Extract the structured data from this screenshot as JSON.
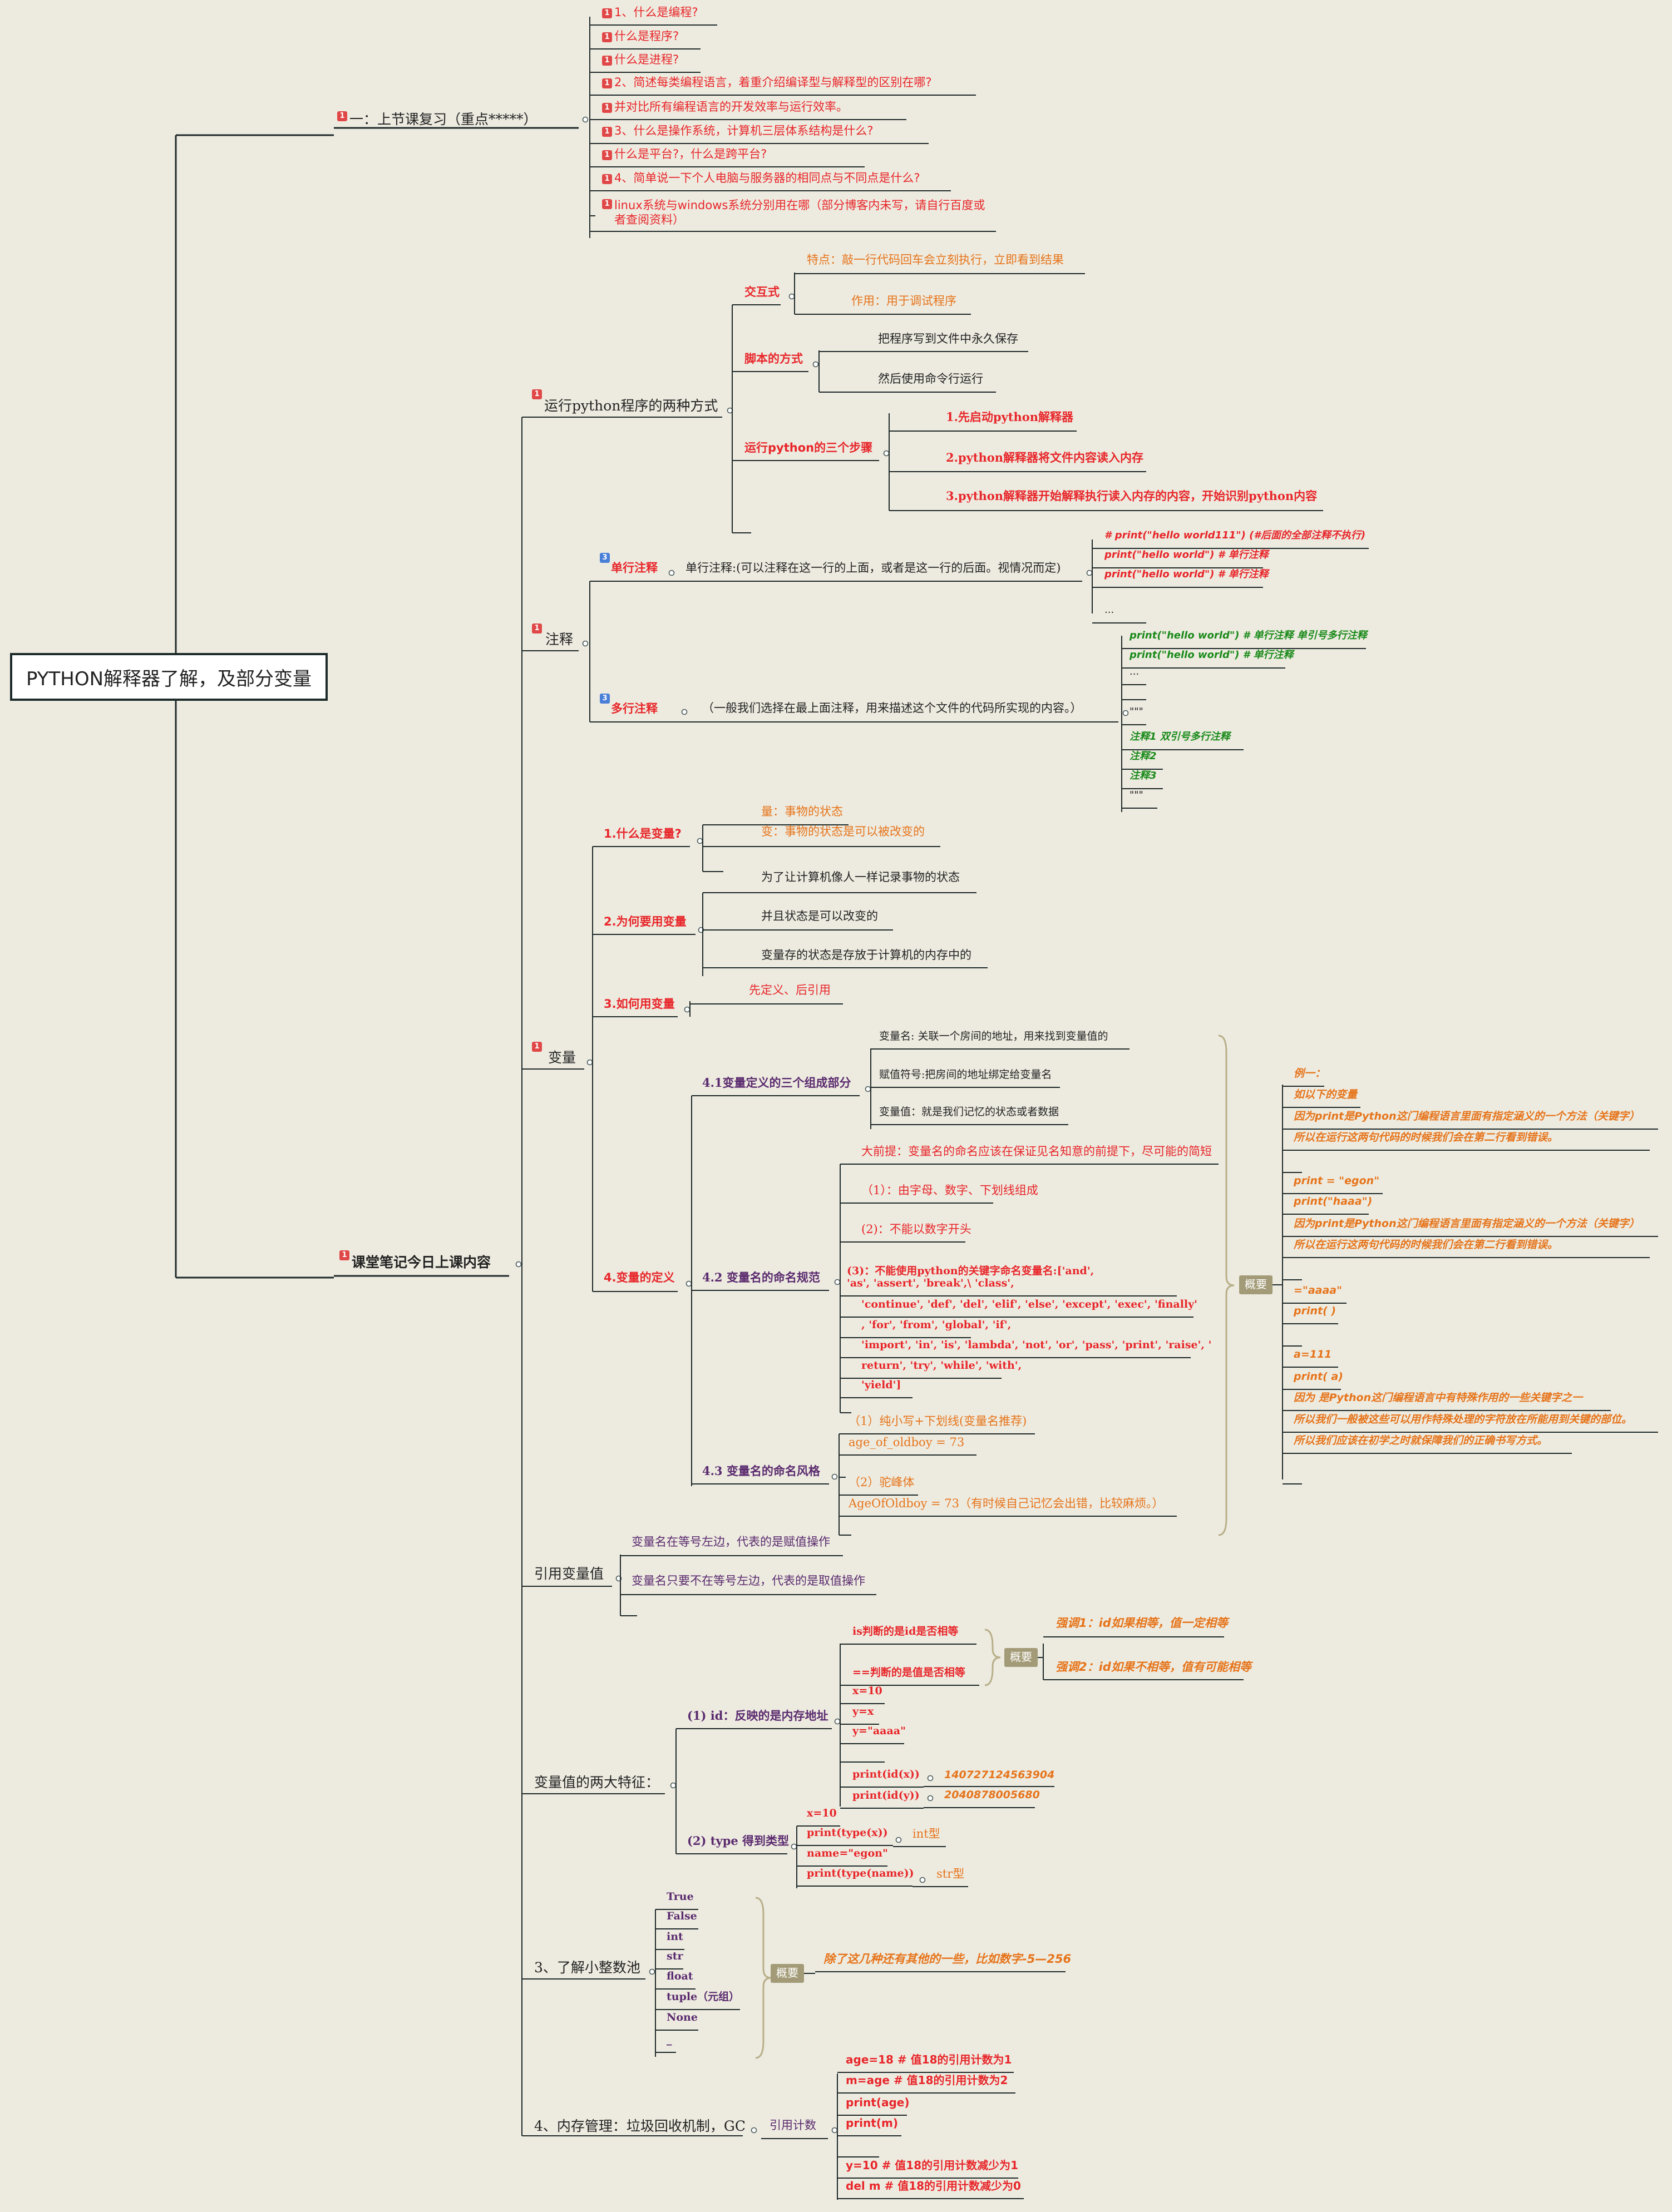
{
  "root": "PYTHON解释器了解，及部分变量",
  "review": {
    "title": "一：上节课复习（重点*****）",
    "items": [
      "1、什么是编程?",
      "什么是程序?",
      "什么是进程?",
      "2、简述每类编程语言，着重介绍编译型与解释型的区别在哪?",
      "并对比所有编程语言的开发效率与运行效率。",
      "3、什么是操作系统，计算机三层体系结构是什么?",
      "什么是平台?，什么是跨平台?",
      "4、简单说一下个人电脑与服务器的相同点与不同点是什么?",
      "linux系统与windows系统分别用在哪（部分博客内未写，请自行百度或者查阅资料）"
    ]
  },
  "today": "课堂笔记今日上课内容",
  "run": {
    "title": "运行python程序的两种方式",
    "interactive": "交互式",
    "interactive_items": [
      "特点：敲一行代码回车会立刻执行，立即看到结果",
      "作用：用于调试程序"
    ],
    "script": "脚本的方式",
    "script_items": [
      "把程序写到文件中永久保存",
      "然后使用命令行运行"
    ],
    "steps": "运行python的三个步骤",
    "steps_items": [
      "1.先启动python解释器",
      "2.python解释器将文件内容读入内存",
      "3.python解释器开始解释执行读入内存的内容，开始识别python内容"
    ]
  },
  "comment": {
    "title": "注释",
    "single": "单行注释",
    "single_desc": "单行注释:(可以注释在这一行的上面，或者是这一行的后面。视情况而定)",
    "single_items": [
      "# print(\"hello world111\")    (#后面的全部注释不执行)",
      "print(\"hello world\")  # 单行注释",
      "print(\"hello world\")  # 单行注释",
      "..."
    ],
    "multi": "多行注释",
    "multi_desc": "（一般我们选择在最上面注释，用来描述这个文件的代码所实现的内容。）",
    "multi_items": [
      "print(\"hello world\")  # 单行注释   单引号多行注释",
      "print(\"hello world\")  # 单行注释",
      "...",
      "",
      "\"\"\"",
      "注释1    双引号多行注释",
      "注释2",
      "注释3",
      "\"\"\""
    ]
  },
  "variable": {
    "title": "变量",
    "what": "1.什么是变量?",
    "what_items": [
      "量：事物的状态",
      "变：事物的状态是可以被改变的"
    ],
    "why": "2.为何要用变量",
    "why_items": [
      "为了让计算机像人一样记录事物的状态",
      "并且状态是可以改变的",
      "变量存的状态是存放于计算机的内存中的"
    ],
    "how": "3.如何用变量",
    "how_items": [
      "先定义、后引用"
    ],
    "def": "4.变量的定义",
    "d41": "4.1变量定义的三个组成部分",
    "d41_items": [
      "变量名: 关联一个房间的地址，用来找到变量值的",
      "赋值符号:把房间的地址绑定给变量名",
      "变量值：就是我们记忆的状态或者数据"
    ],
    "d42": "4.2 变量名的命名规范",
    "d42_items": [
      "大前提：变量名的命名应该在保证见名知意的前提下，尽可能的简短",
      "（1）：由字母、数字、下划线组成",
      "(2)：不能以数字开头",
      "(3)：不能使用python的关键字命名变量名:['and',",
      "'as', 'assert', 'break',\\ 'class',",
      "'continue', 'def', 'del', 'elif', 'else', 'except', 'exec', 'finally'",
      ", 'for', 'from', 'global', 'if',",
      "'import', 'in', 'is', 'lambda', 'not', 'or', 'pass', 'print', 'raise', '",
      "return', 'try', 'while', 'with',",
      "'yield']"
    ],
    "d43": "4.3 变量名的命名风格",
    "d43_items": [
      "（1）纯小写+下划线(变量名推荐)",
      "age_of_oldboy = 73",
      "",
      "（2）驼峰体",
      "AgeOfOldboy = 73（有时候自己记忆会出错，比较麻烦。）"
    ],
    "summary_label": "概要",
    "summary": [
      "例一：",
      "如以下的变量",
      "因为print是Python这门编程语言里面有指定涵义的一个方法（关键字）",
      "所以在运行这两句代码的时候我们会在第二行看到错误。",
      "",
      "print = \"egon\"",
      "print(\"haaa\")",
      "因为print是Python这门编程语言里面有指定涵义的一个方法（关键字）",
      "所以在运行这两句代码的时候我们会在第二行看到错误。",
      "",
      "   =\"aaaa\"",
      "print( )",
      "",
      "   a=111",
      "print( a)",
      "     因为 是Python这门编程语言中有特殊作用的一些关键字之一",
      "所以我们一般被这些可以用作特殊处理的字符放在所能用到关键的部位。",
      "所以我们应该在初学之时就保障我们的正确书写方式。",
      ""
    ]
  },
  "ref": {
    "title": "引用变量值",
    "items": [
      "变量名在等号左边，代表的是赋值操作",
      "变量名只要不在等号左边，代表的是取值操作",
      ""
    ]
  },
  "features": {
    "title": "变量值的两大特征：",
    "id_title": "(1) id：反映的是内存地址",
    "id_items": [
      "is判断的是id是否相等",
      "==判断的是值是否相等",
      "x=10",
      "y=x",
      "y=\"aaaa\"",
      "",
      "print(id(x))",
      "print(id(y))"
    ],
    "id_vals": [
      "140727124563904",
      "2040878005680"
    ],
    "summary_label": "概要",
    "id_summary": [
      "强调1：id如果相等，值一定相等",
      "强调2：id如果不相等，值有可能相等"
    ],
    "type_title": "(2) type 得到类型",
    "type_items": [
      "x=10",
      "print(type(x))",
      "name=\"egon\"",
      "print(type(name))"
    ],
    "type_vals": [
      "int型",
      "str型"
    ]
  },
  "pool": {
    "title": "3、了解小整数池",
    "items": [
      "True",
      "False",
      "int",
      "str",
      "float",
      "tuple（元组）",
      "None",
      "_"
    ],
    "summary_label": "概要",
    "summary": "除了这几种还有其他的一些，比如数字-5—256"
  },
  "gc": {
    "title": "4、内存管理：垃圾回收机制，GC",
    "ref": "引用计数",
    "items": [
      "age=18 # 值18的引用计数为1",
      "m=age  # 值18的引用计数为2",
      "print(age)",
      "print(m)",
      "",
      "y=10  # 值18的引用计数减少为1",
      "del m   # 值18的引用计数减少为0"
    ]
  }
}
